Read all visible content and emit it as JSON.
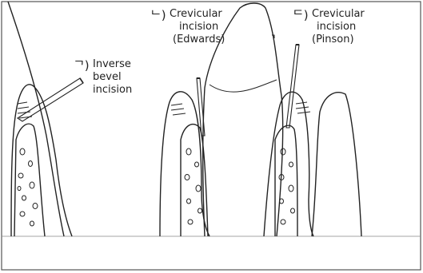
{
  "colors": {
    "line": "#222222",
    "background": "#ffffff",
    "border": "#555555"
  },
  "panels": [
    {
      "marker": "ᄀ)",
      "lines": [
        "Inverse",
        "bevel",
        "incision"
      ]
    },
    {
      "marker": "ᄂ)",
      "lines": [
        "Crevicular",
        "incision",
        "(Edwards)"
      ]
    },
    {
      "marker": "ᄃ)",
      "lines": [
        "Crevicular",
        "incision",
        "(Pinson)"
      ]
    }
  ]
}
